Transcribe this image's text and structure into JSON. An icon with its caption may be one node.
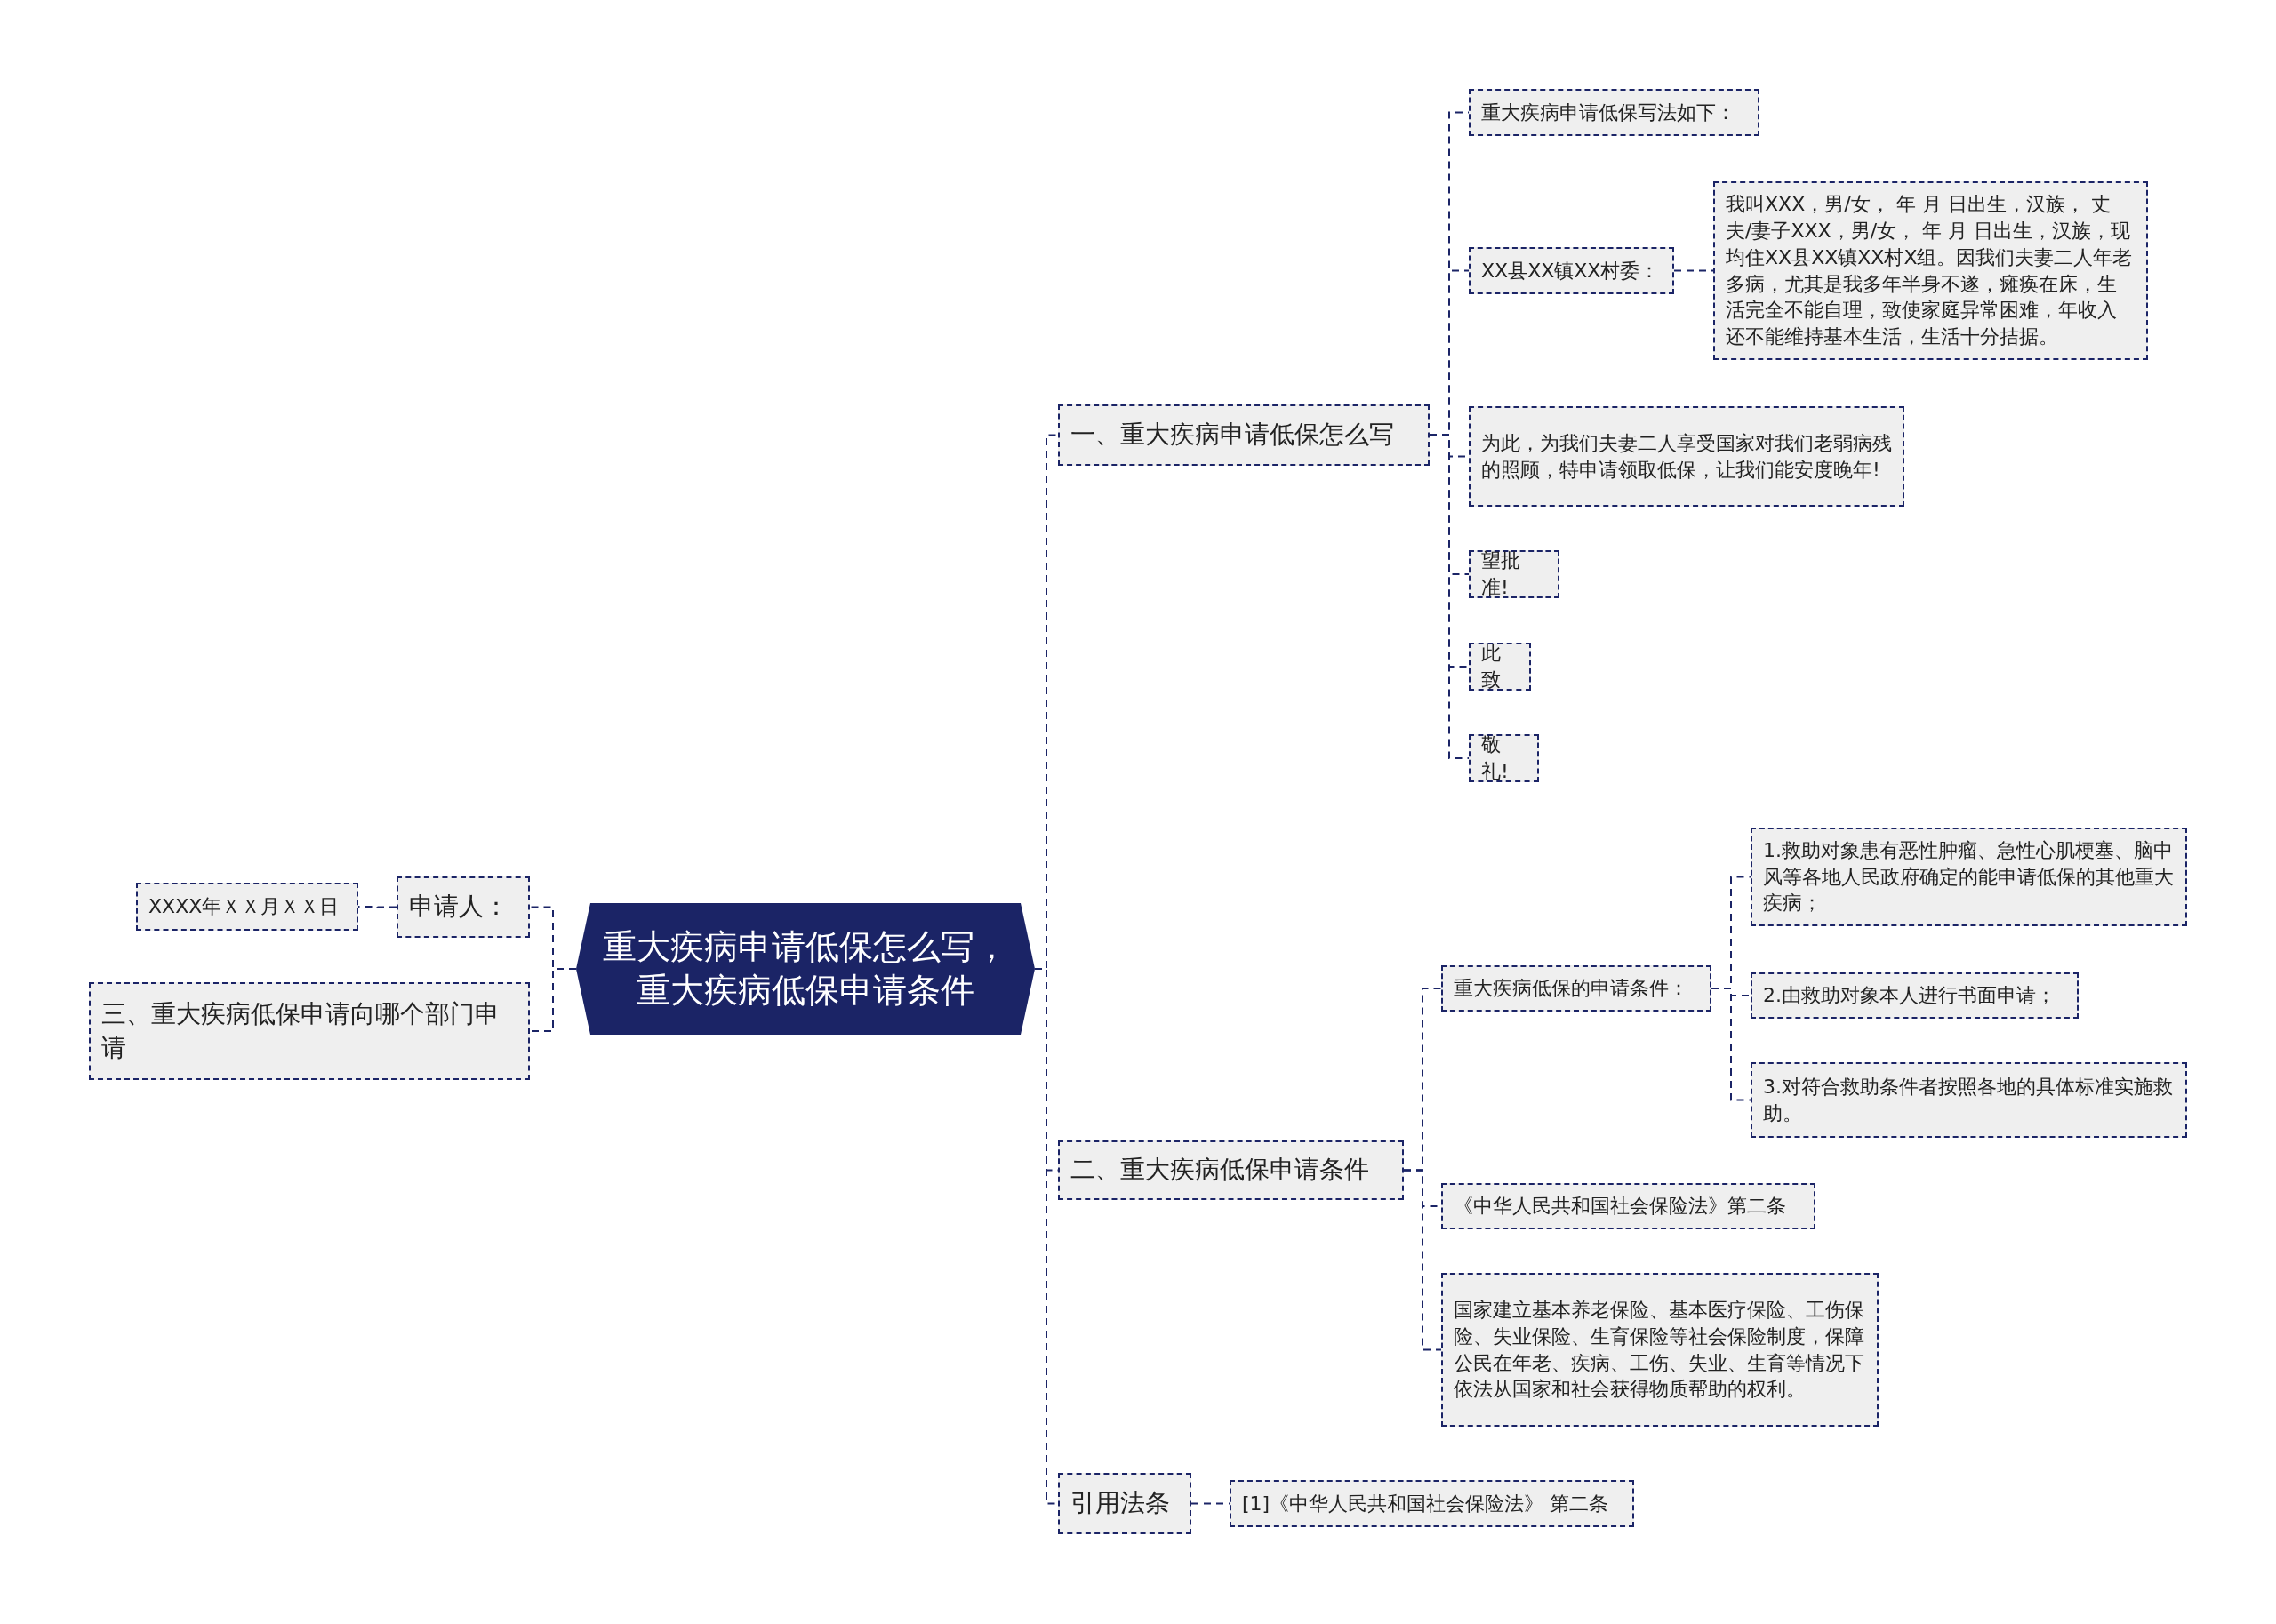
{
  "diagram": {
    "nodes": [
      {
        "text": [
          "重大疾病申请低保怎么写，重大疾病低保申请条件"
        ]
      },
      {
        "text": [
          "一、重大疾病申请低保怎么写"
        ]
      },
      {
        "text": [
          "重大疾病申请低保写法如下："
        ]
      },
      {
        "text": [
          "XX县XX镇XX村委："
        ]
      },
      {
        "text": [
          "我叫XXX，男/女， 年 月 日出生，汉族， 丈夫/妻子XXX，男/女， 年 月 日出生，汉族，现均住XX县XX镇XX村X组。因我们夫妻二人年老多病，尤其是我多年半身不遂，瘫痪在床，生活完全不能自理，致使家庭异常困难，年收入还不能维持基本生活，生活十分拮据。"
        ]
      },
      {
        "text": [
          "为此，为我们夫妻二人享受国家对我们老弱病残的照顾，特申请领取低保，让我们能安度晚年!"
        ]
      },
      {
        "text": [
          "望批准!"
        ]
      },
      {
        "text": [
          "此致"
        ]
      },
      {
        "text": [
          "敬礼!"
        ]
      },
      {
        "text": [
          "二、重大疾病低保申请条件"
        ]
      },
      {
        "text": [
          "重大疾病低保的申请条件："
        ]
      },
      {
        "text": [
          "1.救助对象患有恶性肿瘤、急性心肌梗塞、脑中风等各地人民政府确定的能申请低保的其他重大疾病；"
        ]
      },
      {
        "text": [
          "2.由救助对象本人进行书面申请；"
        ]
      },
      {
        "text": [
          "3.对符合救助条件者按照各地的具体标准实施救助。"
        ]
      },
      {
        "text": [
          "《中华人民共和国社会保险法》第二条"
        ]
      },
      {
        "text": [
          "国家建立基本养老保险、基本医疗保险、工伤保险、失业保险、生育保险等社会保险制度，保障公民在年老、疾病、工伤、失业、生育等情况下依法从国家和社会获得物质帮助的权利。"
        ]
      },
      {
        "text": [
          "引用法条"
        ]
      },
      {
        "text": [
          "[1]《中华人民共和国社会保险法》 第二条"
        ]
      },
      {
        "text": [
          "申请人："
        ]
      },
      {
        "text": [
          "XXXX年ＸＸ月ＸＸ日"
        ]
      },
      {
        "text": [
          "三、重大疾病低保申请向哪个部门申请"
        ]
      }
    ],
    "edges": [
      {
        "from": 0,
        "to": 1,
        "arrow": "none"
      },
      {
        "from": 1,
        "to": 2,
        "arrow": "none"
      },
      {
        "from": 1,
        "to": 3,
        "arrow": "none"
      },
      {
        "from": 3,
        "to": 4,
        "arrow": "none"
      },
      {
        "from": 1,
        "to": 5,
        "arrow": "none"
      },
      {
        "from": 1,
        "to": 6,
        "arrow": "none"
      },
      {
        "from": 1,
        "to": 7,
        "arrow": "none"
      },
      {
        "from": 1,
        "to": 8,
        "arrow": "none"
      },
      {
        "from": 0,
        "to": 9,
        "arrow": "none"
      },
      {
        "from": 9,
        "to": 10,
        "arrow": "none"
      },
      {
        "from": 10,
        "to": 11,
        "arrow": "none"
      },
      {
        "from": 10,
        "to": 12,
        "arrow": "none"
      },
      {
        "from": 10,
        "to": 13,
        "arrow": "none"
      },
      {
        "from": 9,
        "to": 14,
        "arrow": "none"
      },
      {
        "from": 9,
        "to": 15,
        "arrow": "none"
      },
      {
        "from": 0,
        "to": 16,
        "arrow": "none"
      },
      {
        "from": 16,
        "to": 17,
        "arrow": "none"
      },
      {
        "from": 0,
        "to": 18,
        "arrow": "none"
      },
      {
        "from": 18,
        "to": 19,
        "arrow": "none"
      },
      {
        "from": 0,
        "to": 20,
        "arrow": "none"
      }
    ]
  }
}
